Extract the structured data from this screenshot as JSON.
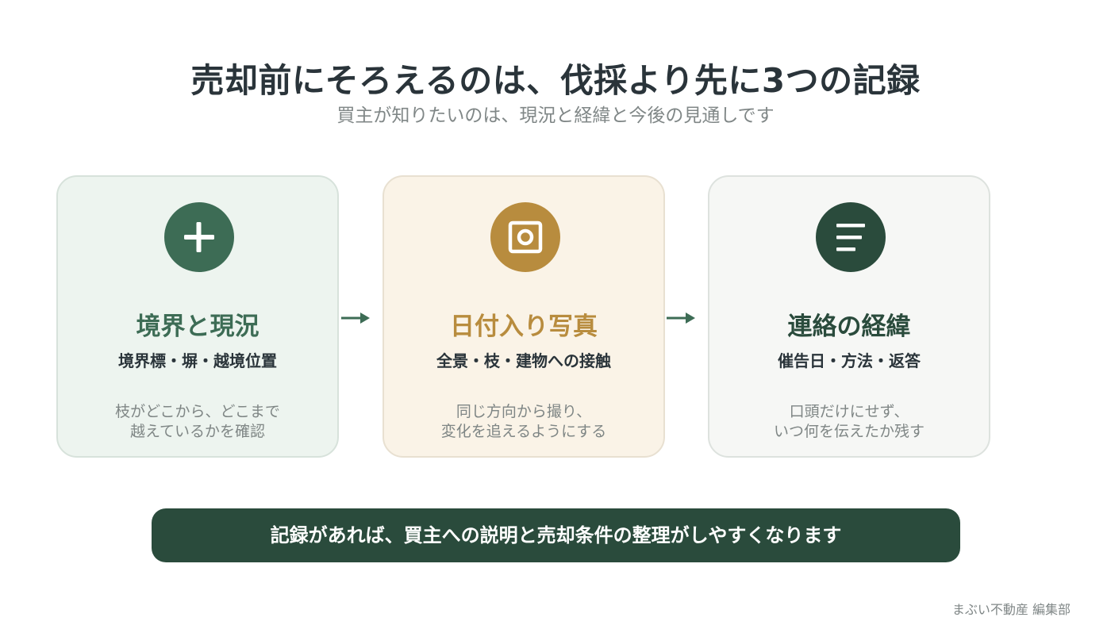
{
  "header": {
    "title": "売却前にそろえるのは、伐採より先に3つの記録",
    "subtitle": "買主が知りたいのは、現況と経緯と今後の見通しです"
  },
  "cards": [
    {
      "icon": "plus-icon",
      "title": "境界と現況",
      "subtitle": "境界標・塀・越境位置",
      "description": [
        "枝がどこから、どこまで",
        "越えているかを確認"
      ],
      "accent": "#3d6c55",
      "background": "#edf4ef"
    },
    {
      "icon": "camera-icon",
      "title": "日付入り写真",
      "subtitle": "全景・枝・建物への接触",
      "description": [
        "同じ方向から撮り、",
        "変化を追えるようにする"
      ],
      "accent": "#b88c3e",
      "background": "#faf3e7"
    },
    {
      "icon": "list-icon",
      "title": "連絡の経緯",
      "subtitle": "催告日・方法・返答",
      "description": [
        "口頭だけにせず、",
        "いつ何を伝えたか残す"
      ],
      "accent": "#2a4b3c",
      "background": "#f6f7f5"
    }
  ],
  "banner": {
    "text": "記録があれば、買主への説明と売却条件の整理がしやすくなります",
    "color": "#2a4b3c"
  },
  "footer": {
    "text": "まぶい不動産 編集部"
  }
}
